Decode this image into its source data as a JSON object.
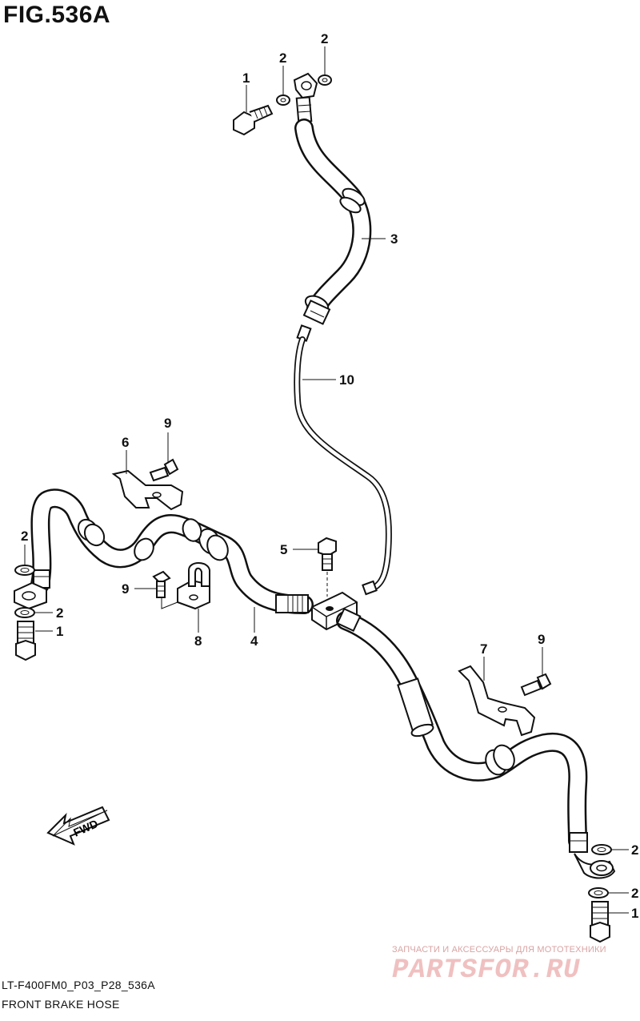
{
  "figure": {
    "title": "FIG.536A",
    "model_code": "LT-F400FM0_P03_P28_536A",
    "name": "FRONT BRAKE HOSE"
  },
  "callouts": {
    "c1_top": "1",
    "c2_top_a": "2",
    "c2_top_b": "2",
    "c3": "3",
    "c10": "10",
    "c9_left_top": "9",
    "c6": "6",
    "c2_left_a": "2",
    "c2_left_b": "2",
    "c1_left": "1",
    "c5": "5",
    "c9_left_bottom": "9",
    "c8": "8",
    "c4": "4",
    "c7": "7",
    "c9_right": "9",
    "c2_right_a": "2",
    "c2_right_b": "2",
    "c1_right": "1"
  },
  "fwd_label": "FWD",
  "watermark": {
    "small": "ЗАПЧАСТИ И АКСЕССУАРЫ ДЛЯ МОТОТЕХНИКИ",
    "big": "PARTSFOR.RU"
  }
}
